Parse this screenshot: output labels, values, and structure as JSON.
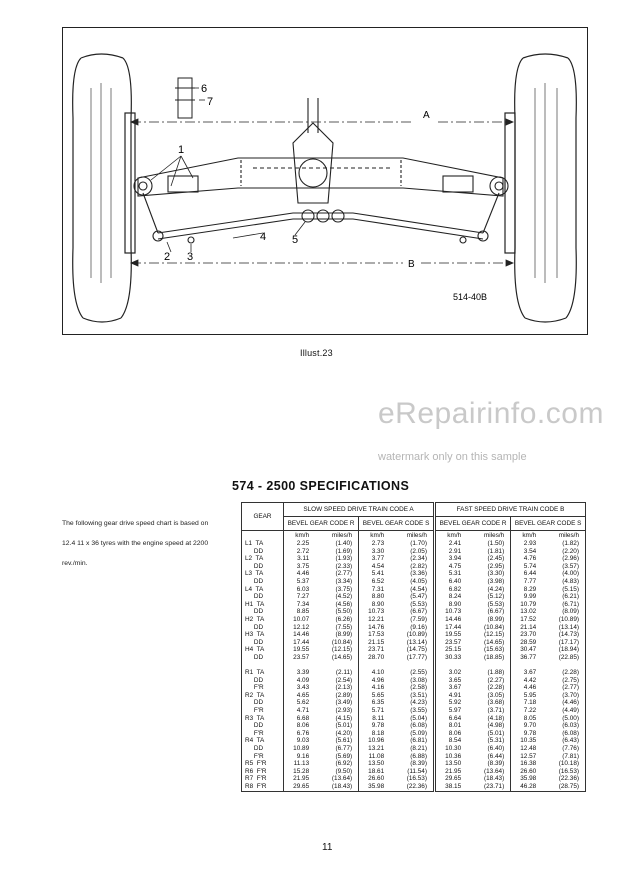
{
  "illustration": {
    "callouts": [
      "1",
      "2",
      "3",
      "4",
      "5",
      "6",
      "7"
    ],
    "dimension_a": "A",
    "dimension_b": "B",
    "reference": "514-40B",
    "caption": "Illust.23"
  },
  "watermark": {
    "brand": "eRepairinfo.com",
    "note": "watermark only on this sample"
  },
  "specifications": {
    "title": "574 - 2500 SPECIFICATIONS",
    "intro_lines": [
      "The following gear drive speed chart is based on",
      "12.4  11 x 36 tyres with the engine speed at 2200",
      "rev./min."
    ],
    "table": {
      "gear_header": "GEAR",
      "group_headers": [
        "SLOW SPEED DRIVE TRAIN CODE A",
        "FAST SPEED DRIVE TRAIN CODE B"
      ],
      "sub_headers": [
        "BEVEL GEAR CODE R",
        "BEVEL GEAR CODE S",
        "BEVEL GEAR CODE R",
        "BEVEL GEAR CODE S"
      ],
      "units": [
        "km/h",
        "miles/h"
      ],
      "rows": [
        {
          "gear": "L1  TA",
          "v": [
            [
              "2.25",
              "(1.40)"
            ],
            [
              "2.73",
              "(1.70)"
            ],
            [
              "2.41",
              "(1.50)"
            ],
            [
              "2.93",
              "(1.82)"
            ]
          ]
        },
        {
          "gear": "     DD",
          "v": [
            [
              "2.72",
              "(1.69)"
            ],
            [
              "3.30",
              "(2.05)"
            ],
            [
              "2.91",
              "(1.81)"
            ],
            [
              "3.54",
              "(2.20)"
            ]
          ]
        },
        {
          "gear": "L2  TA",
          "v": [
            [
              "3.11",
              "(1.93)"
            ],
            [
              "3.77",
              "(2.34)"
            ],
            [
              "3.94",
              "(2.45)"
            ],
            [
              "4.76",
              "(2.96)"
            ]
          ]
        },
        {
          "gear": "     DD",
          "v": [
            [
              "3.75",
              "(2.33)"
            ],
            [
              "4.54",
              "(2.82)"
            ],
            [
              "4.75",
              "(2.95)"
            ],
            [
              "5.74",
              "(3.57)"
            ]
          ]
        },
        {
          "gear": "L3  TA",
          "v": [
            [
              "4.46",
              "(2.77)"
            ],
            [
              "5.41",
              "(3.36)"
            ],
            [
              "5.31",
              "(3.30)"
            ],
            [
              "6.44",
              "(4.00)"
            ]
          ]
        },
        {
          "gear": "     DD",
          "v": [
            [
              "5.37",
              "(3.34)"
            ],
            [
              "6.52",
              "(4.05)"
            ],
            [
              "6.40",
              "(3.98)"
            ],
            [
              "7.77",
              "(4.83)"
            ]
          ]
        },
        {
          "gear": "L4  TA",
          "v": [
            [
              "6.03",
              "(3.75)"
            ],
            [
              "7.31",
              "(4.54)"
            ],
            [
              "6.82",
              "(4.24)"
            ],
            [
              "8.29",
              "(5.15)"
            ]
          ]
        },
        {
          "gear": "     DD",
          "v": [
            [
              "7.27",
              "(4.52)"
            ],
            [
              "8.80",
              "(5.47)"
            ],
            [
              "8.24",
              "(5.12)"
            ],
            [
              "9.99",
              "(6.21)"
            ]
          ]
        },
        {
          "gear": "H1  TA",
          "v": [
            [
              "7.34",
              "(4.56)"
            ],
            [
              "8.90",
              "(5.53)"
            ],
            [
              "8.90",
              "(5.53)"
            ],
            [
              "10.79",
              "(6.71)"
            ]
          ]
        },
        {
          "gear": "     DD",
          "v": [
            [
              "8.85",
              "(5.50)"
            ],
            [
              "10.73",
              "(6.67)"
            ],
            [
              "10.73",
              "(6.67)"
            ],
            [
              "13.02",
              "(8.09)"
            ]
          ]
        },
        {
          "gear": "H2  TA",
          "v": [
            [
              "10.07",
              "(6.26)"
            ],
            [
              "12.21",
              "(7.59)"
            ],
            [
              "14.46",
              "(8.99)"
            ],
            [
              "17.52",
              "(10.89)"
            ]
          ]
        },
        {
          "gear": "     DD",
          "v": [
            [
              "12.12",
              "(7.55)"
            ],
            [
              "14.76",
              "(9.16)"
            ],
            [
              "17.44",
              "(10.84)"
            ],
            [
              "21.14",
              "(13.14)"
            ]
          ]
        },
        {
          "gear": "H3  TA",
          "v": [
            [
              "14.46",
              "(8.99)"
            ],
            [
              "17.53",
              "(10.89)"
            ],
            [
              "19.55",
              "(12.15)"
            ],
            [
              "23.70",
              "(14.73)"
            ]
          ]
        },
        {
          "gear": "     DD",
          "v": [
            [
              "17.44",
              "(10.84)"
            ],
            [
              "21.15",
              "(13.14)"
            ],
            [
              "23.57",
              "(14.65)"
            ],
            [
              "28.59",
              "(17.17)"
            ]
          ]
        },
        {
          "gear": "H4  TA",
          "v": [
            [
              "19.55",
              "(12.15)"
            ],
            [
              "23.71",
              "(14.75)"
            ],
            [
              "25.15",
              "(15.63)"
            ],
            [
              "30.47",
              "(18.94)"
            ]
          ]
        },
        {
          "gear": "     DD",
          "v": [
            [
              "23.57",
              "(14.65)"
            ],
            [
              "28.70",
              "(17.77)"
            ],
            [
              "30.33",
              "(18.85)"
            ],
            [
              "36.77",
              "(22.85)"
            ]
          ]
        },
        {
          "gear": "",
          "gap": true
        },
        {
          "gear": "R1  TA",
          "v": [
            [
              "3.39",
              "(2.11)"
            ],
            [
              "4.10",
              "(2.55)"
            ],
            [
              "3.02",
              "(1.88)"
            ],
            [
              "3.67",
              "(2.28)"
            ]
          ]
        },
        {
          "gear": "     DD",
          "v": [
            [
              "4.09",
              "(2.54)"
            ],
            [
              "4.96",
              "(3.08)"
            ],
            [
              "3.65",
              "(2.27)"
            ],
            [
              "4.42",
              "(2.75)"
            ]
          ]
        },
        {
          "gear": "     F'R",
          "v": [
            [
              "3.43",
              "(2.13)"
            ],
            [
              "4.16",
              "(2.58)"
            ],
            [
              "3.67",
              "(2.28)"
            ],
            [
              "4.46",
              "(2.77)"
            ]
          ]
        },
        {
          "gear": "R2  TA",
          "v": [
            [
              "4.65",
              "(2.89)"
            ],
            [
              "5.65",
              "(3.51)"
            ],
            [
              "4.91",
              "(3.05)"
            ],
            [
              "5.95",
              "(3.70)"
            ]
          ]
        },
        {
          "gear": "     DD",
          "v": [
            [
              "5.62",
              "(3.49)"
            ],
            [
              "6.35",
              "(4.23)"
            ],
            [
              "5.92",
              "(3.68)"
            ],
            [
              "7.18",
              "(4.46)"
            ]
          ]
        },
        {
          "gear": "     F'R",
          "v": [
            [
              "4.71",
              "(2.93)"
            ],
            [
              "5.71",
              "(3.55)"
            ],
            [
              "5.97",
              "(3.71)"
            ],
            [
              "7.22",
              "(4.49)"
            ]
          ]
        },
        {
          "gear": "R3  TA",
          "v": [
            [
              "6.68",
              "(4.15)"
            ],
            [
              "8.11",
              "(5.04)"
            ],
            [
              "6.64",
              "(4.18)"
            ],
            [
              "8.05",
              "(5.00)"
            ]
          ]
        },
        {
          "gear": "     DD",
          "v": [
            [
              "8.06",
              "(5.01)"
            ],
            [
              "9.78",
              "(6.08)"
            ],
            [
              "8.01",
              "(4.98)"
            ],
            [
              "9.70",
              "(6.03)"
            ]
          ]
        },
        {
          "gear": "     F'R",
          "v": [
            [
              "6.76",
              "(4.20)"
            ],
            [
              "8.18",
              "(5.09)"
            ],
            [
              "8.06",
              "(5.01)"
            ],
            [
              "9.78",
              "(6.08)"
            ]
          ]
        },
        {
          "gear": "R4  TA",
          "v": [
            [
              "9.03",
              "(5.61)"
            ],
            [
              "10.96",
              "(6.81)"
            ],
            [
              "8.54",
              "(5.31)"
            ],
            [
              "10.35",
              "(6.43)"
            ]
          ]
        },
        {
          "gear": "     DD",
          "v": [
            [
              "10.89",
              "(6.77)"
            ],
            [
              "13.21",
              "(8.21)"
            ],
            [
              "10.30",
              "(6.40)"
            ],
            [
              "12.48",
              "(7.76)"
            ]
          ]
        },
        {
          "gear": "     F'R",
          "v": [
            [
              "9.16",
              "(5.69)"
            ],
            [
              "11.08",
              "(6.88)"
            ],
            [
              "10.36",
              "(6.44)"
            ],
            [
              "12.57",
              "(7.81)"
            ]
          ]
        },
        {
          "gear": "R5  F'R",
          "v": [
            [
              "11.13",
              "(6.92)"
            ],
            [
              "13.50",
              "(8.39)"
            ],
            [
              "13.50",
              "(8.39)"
            ],
            [
              "16.38",
              "(10.18)"
            ]
          ]
        },
        {
          "gear": "R6  F'R",
          "v": [
            [
              "15.28",
              "(9.50)"
            ],
            [
              "18.61",
              "(11.54)"
            ],
            [
              "21.95",
              "(13.64)"
            ],
            [
              "26.60",
              "(16.53)"
            ]
          ]
        },
        {
          "gear": "R7  F'R",
          "v": [
            [
              "21.95",
              "(13.64)"
            ],
            [
              "26.60",
              "(16.53)"
            ],
            [
              "29.65",
              "(18.43)"
            ],
            [
              "35.98",
              "(22.36)"
            ]
          ]
        },
        {
          "gear": "R8  F'R",
          "v": [
            [
              "29.65",
              "(18.43)"
            ],
            [
              "35.98",
              "(22.36)"
            ],
            [
              "38.15",
              "(23.71)"
            ],
            [
              "46.28",
              "(28.75)"
            ]
          ]
        }
      ]
    }
  },
  "page": {
    "number": "11"
  }
}
